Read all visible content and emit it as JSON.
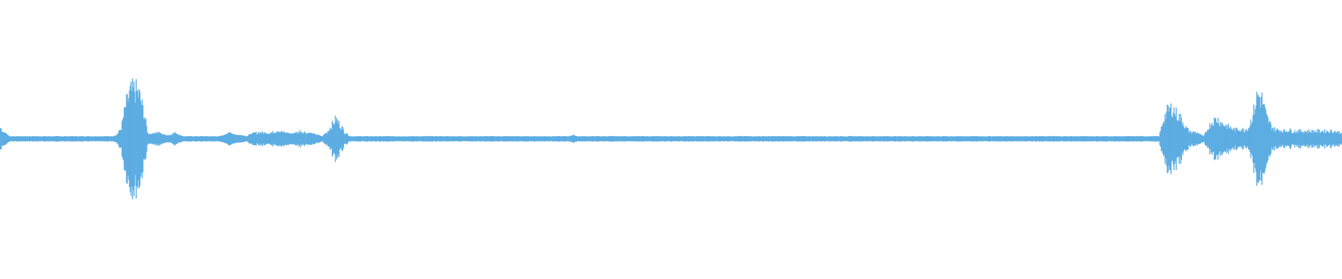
{
  "waveform": {
    "color": "#5dade2",
    "peaks": [
      0.1,
      0.05,
      0.02,
      0.02,
      0.02,
      0.02,
      0.02,
      0.02,
      0.02,
      0.02,
      0.02,
      0.02,
      0.02,
      0.02,
      0.02,
      0.02,
      0.02,
      0.02,
      0.02,
      0.02,
      0.02,
      0.02,
      0.02,
      0.02,
      0.02,
      0.02,
      0.03,
      0.1,
      0.3,
      0.42,
      0.45,
      0.4,
      0.25,
      0.04,
      0.04,
      0.06,
      0.04,
      0.03,
      0.03,
      0.05,
      0.03,
      0.02,
      0.02,
      0.02,
      0.02,
      0.02,
      0.02,
      0.02,
      0.02,
      0.02,
      0.03,
      0.05,
      0.04,
      0.03,
      0.03,
      0.02,
      0.04,
      0.05,
      0.06,
      0.05,
      0.04,
      0.06,
      0.08,
      0.06,
      0.05,
      0.04,
      0.05,
      0.07,
      0.06,
      0.05,
      0.04,
      0.03,
      0.02,
      0.06,
      0.12,
      0.18,
      0.12,
      0.06,
      0.02,
      0.02,
      0.02,
      0.02,
      0.02,
      0.02,
      0.02,
      0.02,
      0.02,
      0.02,
      0.02,
      0.02,
      0.02,
      0.02,
      0.02,
      0.02,
      0.02,
      0.02,
      0.02,
      0.02,
      0.02,
      0.02,
      0.02,
      0.02,
      0.02,
      0.02,
      0.02,
      0.02,
      0.02,
      0.02,
      0.02,
      0.02,
      0.02,
      0.02,
      0.02,
      0.02,
      0.02,
      0.02,
      0.02,
      0.02,
      0.02,
      0.02,
      0.02,
      0.02,
      0.02,
      0.02,
      0.02,
      0.02,
      0.02,
      0.02,
      0.03,
      0.02,
      0.02,
      0.02,
      0.02,
      0.02,
      0.02,
      0.02,
      0.02,
      0.02,
      0.02,
      0.02,
      0.02,
      0.02,
      0.02,
      0.02,
      0.02,
      0.02,
      0.02,
      0.02,
      0.02,
      0.02,
      0.02,
      0.02,
      0.02,
      0.02,
      0.02,
      0.02,
      0.02,
      0.02,
      0.02,
      0.02,
      0.02,
      0.02,
      0.02,
      0.02,
      0.02,
      0.02,
      0.02,
      0.02,
      0.02,
      0.02,
      0.02,
      0.02,
      0.02,
      0.02,
      0.02,
      0.02,
      0.02,
      0.02,
      0.02,
      0.02,
      0.02,
      0.02,
      0.02,
      0.02,
      0.02,
      0.02,
      0.02,
      0.02,
      0.02,
      0.02,
      0.02,
      0.02,
      0.02,
      0.02,
      0.02,
      0.02,
      0.02,
      0.02,
      0.02,
      0.02,
      0.02,
      0.02,
      0.02,
      0.02,
      0.02,
      0.02,
      0.02,
      0.02,
      0.02,
      0.02,
      0.02,
      0.02,
      0.02,
      0.02,
      0.02,
      0.02,
      0.02,
      0.02,
      0.02,
      0.02,
      0.02,
      0.02,
      0.02,
      0.02,
      0.02,
      0.02,
      0.02,
      0.02,
      0.02,
      0.02,
      0.02,
      0.02,
      0.02,
      0.02,
      0.02,
      0.02,
      0.02,
      0.02,
      0.02,
      0.02,
      0.02,
      0.02,
      0.02,
      0.02,
      0.02,
      0.02,
      0.02,
      0.02,
      0.02,
      0.02,
      0.02,
      0.02,
      0.02,
      0.02,
      0.02,
      0.02,
      0.02,
      0.02,
      0.02,
      0.02,
      0.18,
      0.26,
      0.28,
      0.22,
      0.18,
      0.1,
      0.06,
      0.06,
      0.04,
      0.02,
      0.1,
      0.16,
      0.18,
      0.14,
      0.12,
      0.1,
      0.08,
      0.09,
      0.08,
      0.1,
      0.22,
      0.4,
      0.36,
      0.2,
      0.12,
      0.08,
      0.08,
      0.07,
      0.08,
      0.07,
      0.07,
      0.07,
      0.07,
      0.07,
      0.07,
      0.07,
      0.07,
      0.07,
      0.07,
      0.06
    ]
  }
}
